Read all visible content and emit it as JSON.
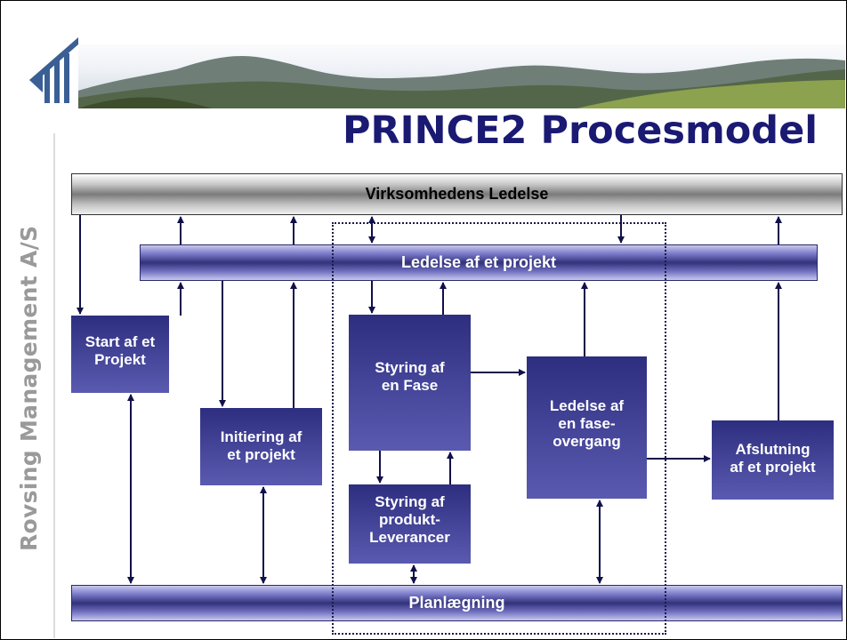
{
  "title": "PRINCE2 Procesmodel",
  "side_text": "Rovsing Management A/S",
  "bars": {
    "top": "Virksomhedens Ledelse",
    "middle": "Ledelse af et projekt",
    "bottom": "Planlægning"
  },
  "boxes": {
    "start": "Start af et\nProjekt",
    "init": "Initiering af\net projekt",
    "styring_fase": "Styring af\nen Fase",
    "styring_produkt": "Styring af\nprodukt-\nLeverancer",
    "faseovergang": "Ledelse af\nen fase-\novergang",
    "afslutning": "Afslutning\naf et projekt"
  },
  "colors": {
    "title": "#1a1a73",
    "box": "#2e2e80",
    "arrow": "#10104a"
  }
}
